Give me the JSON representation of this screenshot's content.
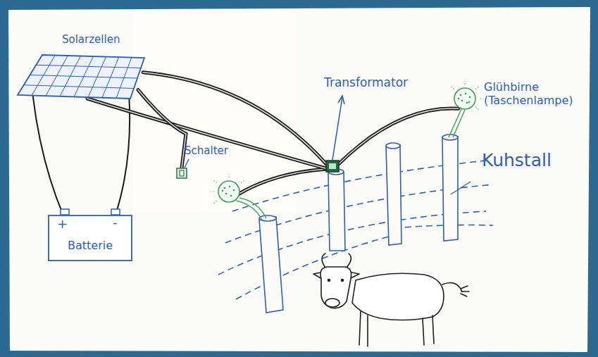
{
  "diagram": {
    "nodes": [
      {
        "text": [
          "Solarzellen"
        ]
      },
      {
        "text": [
          "Transformator"
        ]
      },
      {
        "text": [
          "Glühbirne (Taschenlampe)"
        ]
      },
      {
        "text": [
          "Schalter"
        ]
      },
      {
        "text": [
          "+",
          "-",
          "Batterie"
        ]
      }
    ],
    "edges": [
      {
        "from": 0,
        "to": 4,
        "arrow": "none"
      },
      {
        "from": 0,
        "to": 4,
        "arrow": "none"
      },
      {
        "from": 0,
        "to": 1,
        "arrow": "none"
      },
      {
        "from": 0,
        "to": 1,
        "arrow": "none"
      },
      {
        "from": 0,
        "to": 3,
        "arrow": "none"
      },
      {
        "from": 1,
        "to": 2,
        "arrow": "none"
      }
    ],
    "labels": [
      "Kuhstall"
    ]
  }
}
